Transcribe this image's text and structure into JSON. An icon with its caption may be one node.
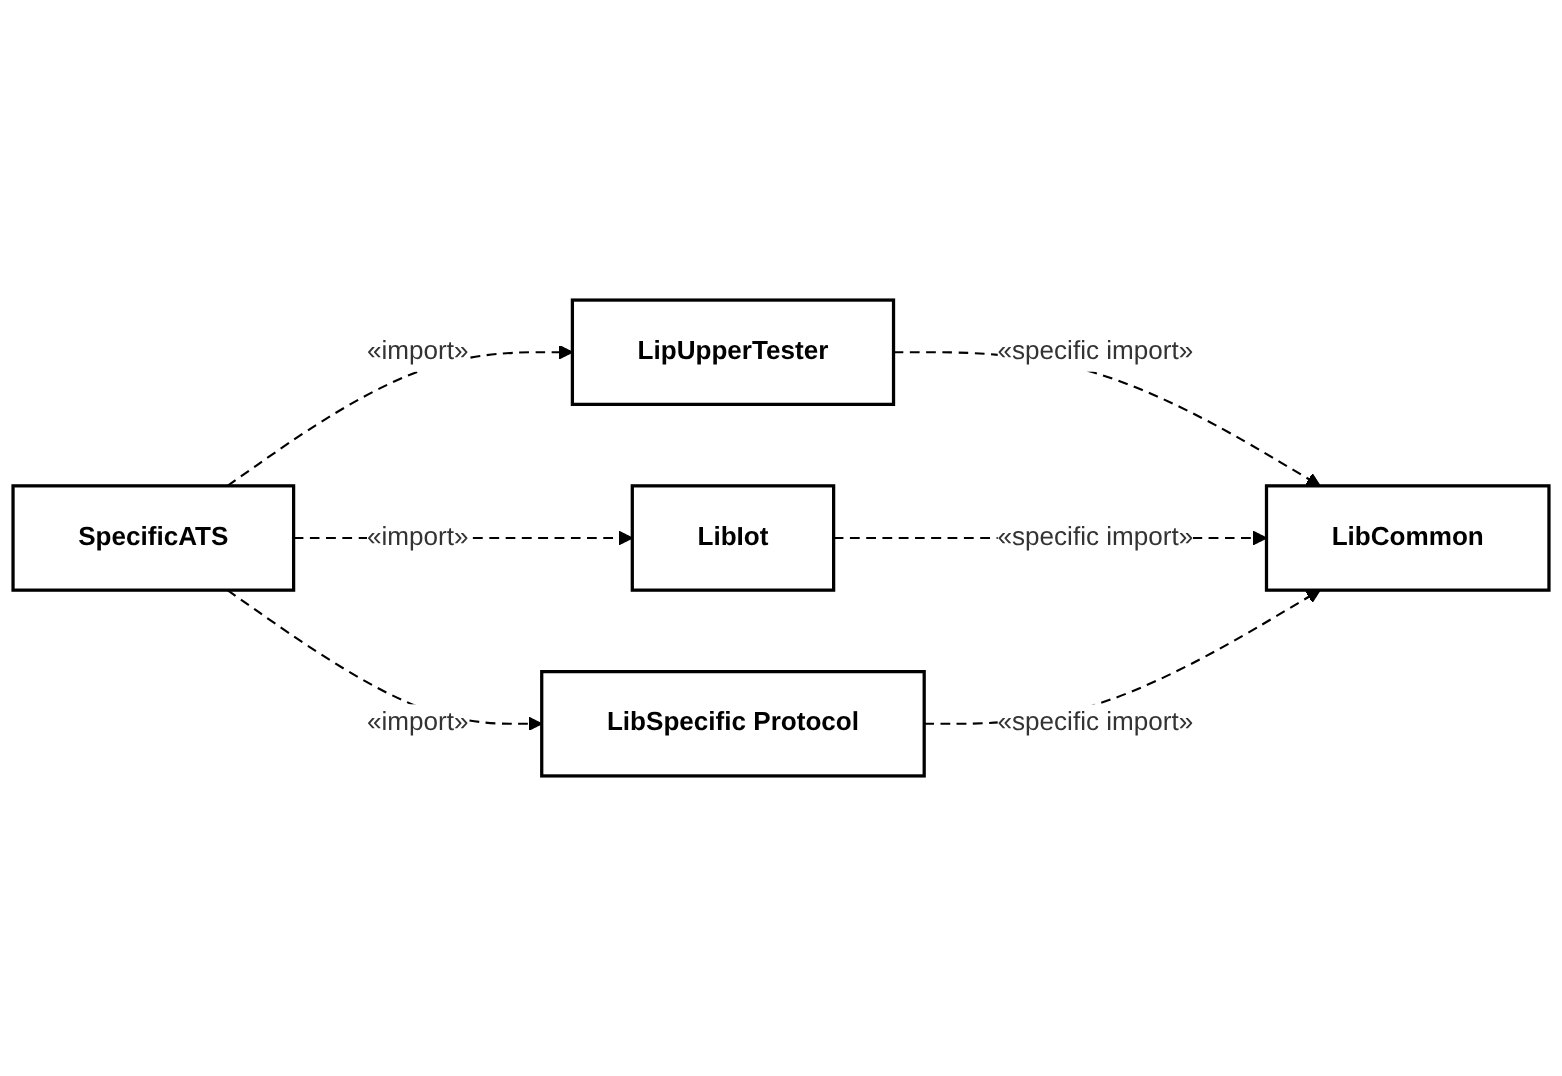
{
  "diagram": {
    "nodes": [
      {
        "text": [
          "LipUpperTester"
        ]
      },
      {
        "text": [
          "SpecificATS"
        ]
      },
      {
        "text": [
          "LibIot"
        ]
      },
      {
        "text": [
          "LibCommon"
        ]
      },
      {
        "text": [
          "LibSpecific Protocol"
        ]
      }
    ],
    "edges": [
      {
        "from": 1,
        "to": 0,
        "arrow": "to",
        "style": "dashed",
        "label": "«import»"
      },
      {
        "from": 0,
        "to": 3,
        "arrow": "to",
        "style": "dashed",
        "label": "«specific import»"
      },
      {
        "from": 1,
        "to": 2,
        "arrow": "to",
        "style": "dashed",
        "label": "«import»"
      },
      {
        "from": 2,
        "to": 3,
        "arrow": "to",
        "style": "dashed",
        "label": "«specific import»"
      },
      {
        "from": 1,
        "to": 4,
        "arrow": "to",
        "style": "dashed",
        "label": "«import»"
      },
      {
        "from": 4,
        "to": 3,
        "arrow": "to",
        "style": "dashed",
        "label": "«specific import»"
      }
    ]
  }
}
